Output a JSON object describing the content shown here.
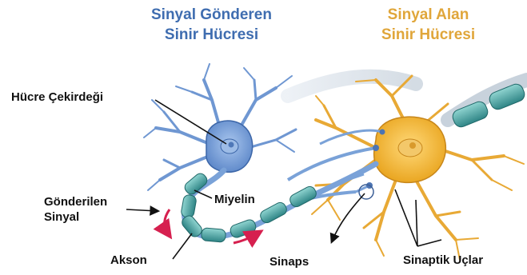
{
  "titles": {
    "sender": {
      "line1": "Sinyal Gönderen",
      "line2": "Sinir Hücresi"
    },
    "receiver": {
      "line1": "Sinyal Alan",
      "line2": "Sinir Hücresi"
    }
  },
  "labels": {
    "nucleus": "Hücre Çekirdeği",
    "sent_signal": {
      "line1": "Gönderilen",
      "line2": "Sinyal"
    },
    "myelin": "Miyelin",
    "axon": "Akson",
    "synapse": "Sinaps",
    "synaptic_terminals": "Sinaptik Uçlar"
  },
  "colors": {
    "sender_title": "#3f6db0",
    "receiver_title": "#e0a63a",
    "sender_cell": "#6a93cf",
    "receiver_cell": "#f0b834",
    "myelin": "#4fa6a6",
    "signal_arrow": "#d6204f"
  }
}
